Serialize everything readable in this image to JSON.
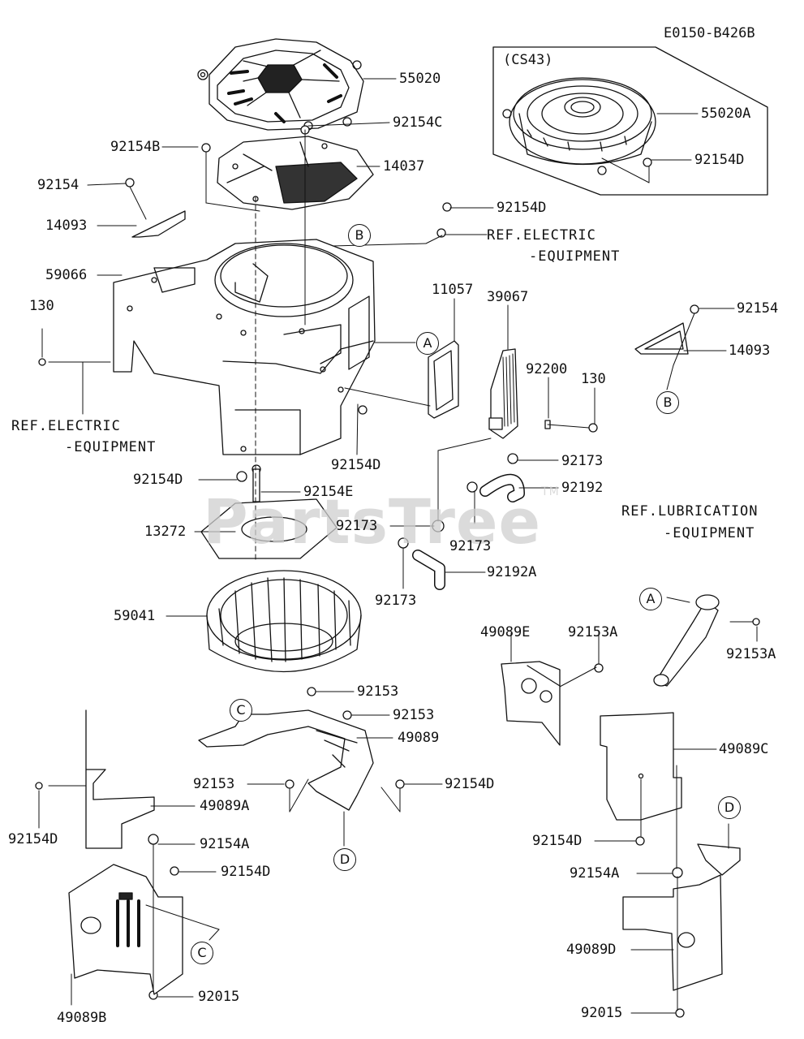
{
  "diagram_code": "E0150-B426B",
  "variant_label": "(CS43)",
  "watermark": "PartsTree",
  "watermark_tm": "TM",
  "refs": {
    "electric_1": "REF.ELECTRIC",
    "electric_2": "-EQUIPMENT",
    "lubrication_1": "REF.LUBRICATION",
    "lubrication_2": "-EQUIPMENT"
  },
  "callouts": {
    "a": "A",
    "b": "B",
    "c": "C",
    "d": "D"
  },
  "parts": {
    "p55020": "55020",
    "p92154C": "92154C",
    "p92154B": "92154B",
    "p14037": "14037",
    "p92154": "92154",
    "p14093": "14093",
    "p59066": "59066",
    "p130": "130",
    "p92154D": "92154D",
    "p92154E": "92154E",
    "p13272": "13272",
    "p59041": "59041",
    "p55020A": "55020A",
    "p11057": "11057",
    "p39067": "39067",
    "p92200": "92200",
    "p92173": "92173",
    "p92192": "92192",
    "p92192A": "92192A",
    "p49089E": "49089E",
    "p92153A": "92153A",
    "p92153": "92153",
    "p49089": "49089",
    "p49089A": "49089A",
    "p92154A": "92154A",
    "p49089B": "49089B",
    "p92015": "92015",
    "p49089C": "49089C",
    "p49089D": "49089D"
  }
}
